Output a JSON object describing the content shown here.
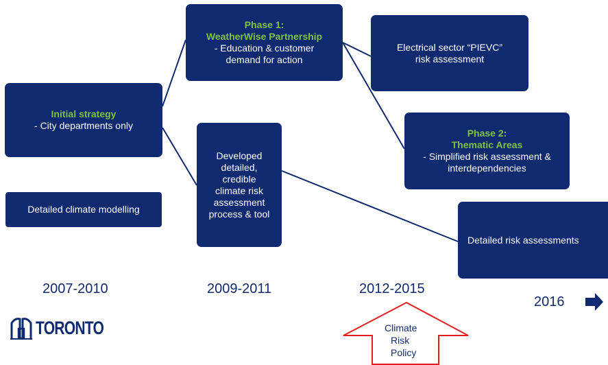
{
  "diagram": {
    "boxes": {
      "initial": {
        "head": "Initial strategy",
        "lines": [
          "- City departments only"
        ]
      },
      "modelling": {
        "lines": [
          "Detailed climate modelling"
        ]
      },
      "phase1": {
        "head": [
          "Phase 1:",
          "WeatherWise Partnership"
        ],
        "lines": [
          "- Education & customer",
          "demand for action"
        ]
      },
      "developed": {
        "lines": [
          "Developed",
          "detailed,",
          "credible",
          "climate risk",
          "assessment",
          "process & tool"
        ]
      },
      "pievc": {
        "lines": [
          "Electrical sector “PIEVC”",
          "risk assessment"
        ]
      },
      "phase2": {
        "head": [
          "Phase 2:",
          "Thematic Areas"
        ],
        "lines": [
          "- Simplified risk assessment &",
          "interdependencies"
        ]
      },
      "detailed_risk": {
        "lines": [
          "Detailed risk assessments"
        ]
      }
    },
    "years": [
      "2007-2010",
      "2009-2011",
      "2012-2015",
      "2016"
    ],
    "policy": [
      "Climate",
      "Risk",
      "Policy"
    ],
    "logo": "TORONTO"
  },
  "colors": {
    "box_fill": "#0f2a6e",
    "head_text": "#7cc242",
    "policy_arrow": "#e0201f",
    "year_text": "#0f2a6e"
  }
}
